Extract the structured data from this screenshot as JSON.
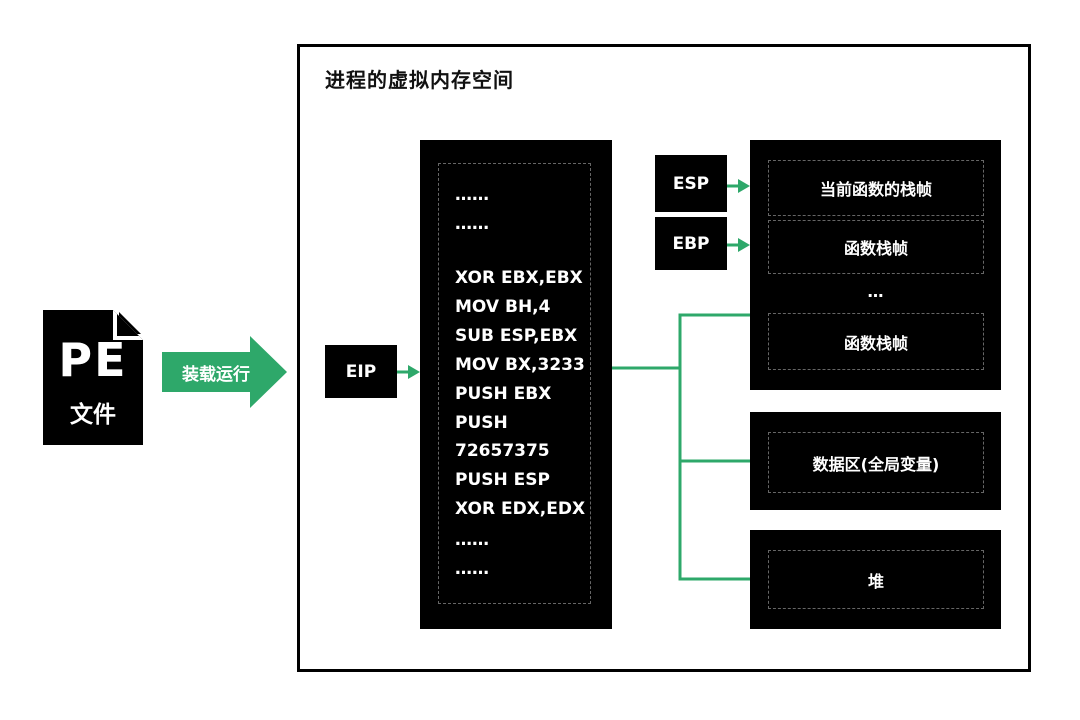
{
  "frame": {
    "title": "进程的虚拟内存空间"
  },
  "pe_file": {
    "line1": "PE",
    "line2": "文件"
  },
  "load_arrow": {
    "label": "装载运行"
  },
  "registers": {
    "eip": "EIP",
    "esp": "ESP",
    "ebp": "EBP"
  },
  "code": {
    "lines": [
      "……",
      "……",
      "",
      "XOR EBX,EBX",
      "MOV BH,4",
      "SUB ESP,EBX",
      "MOV BX,3233",
      "PUSH EBX",
      "PUSH",
      "72657375",
      "PUSH ESP",
      "XOR EDX,EDX",
      "……",
      "……"
    ]
  },
  "stack": {
    "frame_current": "当前函数的栈帧",
    "frame_1": "函数栈帧",
    "ellipsis": "…",
    "frame_2": "函数栈帧"
  },
  "data_area": {
    "label": "数据区(全局变量)"
  },
  "heap": {
    "label": "堆"
  },
  "colors": {
    "accent": "#2ea86a",
    "panel": "#000000"
  }
}
